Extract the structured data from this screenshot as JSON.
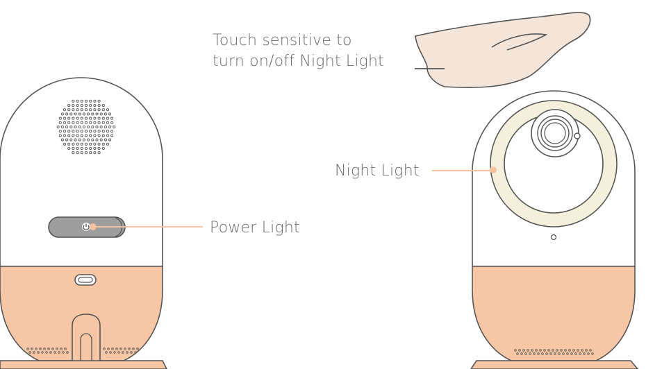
{
  "labels": {
    "touch_line1": "Touch sensitive to",
    "touch_line2": "turn on/off Night Light",
    "night_light": "Night Light",
    "power_light": "Power Light"
  },
  "colors": {
    "outline": "#555555",
    "base": "#f7c6a4",
    "leader": "#f3c2a0",
    "ring": "#f5f0dc",
    "hand": "#f3e5da",
    "power_bar": "#9e9e9e",
    "text": "#6b6b6b"
  },
  "icons": {
    "power": "power-icon"
  }
}
